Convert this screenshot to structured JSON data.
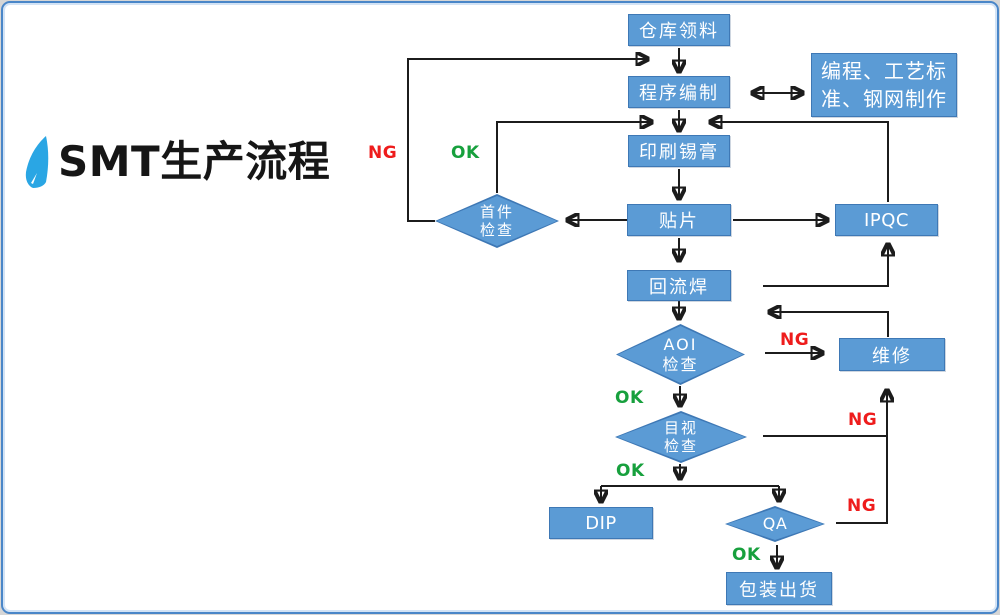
{
  "title": "SMT生产流程",
  "labels": {
    "ng": "NG",
    "ok": "OK"
  },
  "nodes": {
    "warehouse": "仓库领料",
    "programming": "程序编制",
    "prep_line1": "编程、工艺标",
    "prep_line2": "准、钢网制作",
    "solder_print": "印刷锡膏",
    "mount": "贴片",
    "ipqc": "IPQC",
    "reflow": "回流焊",
    "repair": "维修",
    "dip": "DIP",
    "packing": "包装出货"
  },
  "decisions": {
    "first_article": {
      "line1": "首件",
      "line2": "检查"
    },
    "aoi": {
      "line1": "AOI",
      "line2": "检查"
    },
    "visual": {
      "line1": "目视",
      "line2": "检查"
    },
    "qa": {
      "line1": "QA"
    }
  },
  "colors": {
    "node_fill": "#5b9bd5",
    "node_border": "#3e78b5",
    "arrow": "#1c1c1c",
    "ng": "#ee1c1c",
    "ok": "#17a03d",
    "frame": "#4a86c8",
    "logo": "#2aa6e4"
  }
}
